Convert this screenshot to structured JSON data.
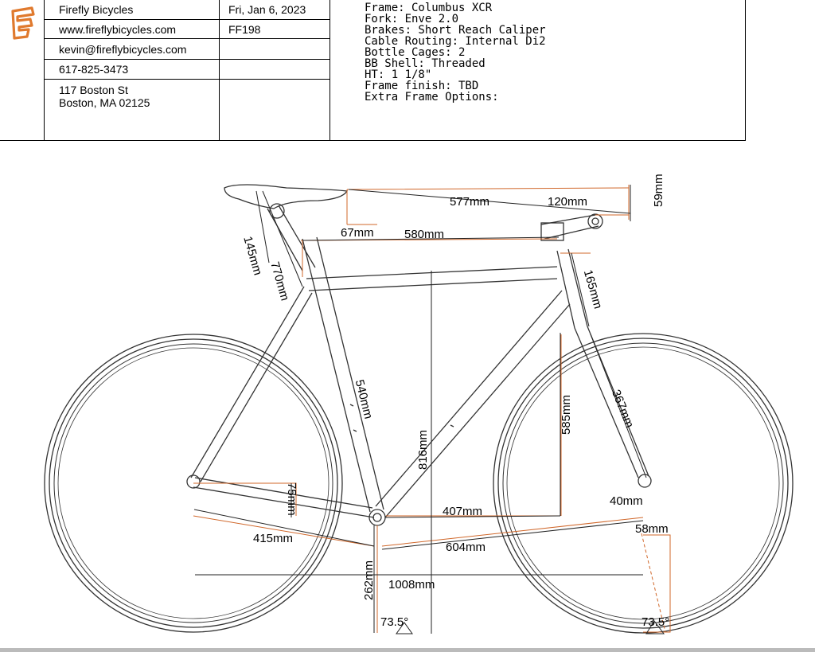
{
  "header": {
    "company": "Firefly Bicycles",
    "website": "www.fireflybicycles.com",
    "email": "kevin@fireflybicycles.com",
    "phone": "617-825-3473",
    "address_line1": "117 Boston St",
    "address_line2": "Boston, MA 02125",
    "date": "Fri, Jan 6, 2023",
    "model_code": "FF198"
  },
  "specs": [
    "Frame: Columbus XCR",
    " Fork: Enve 2.0",
    " Brakes: Short Reach Caliper",
    " Cable Routing: Internal Di2",
    " Bottle Cages: 2",
    " BB Shell: Threaded",
    " HT: 1 1/8\"",
    " Frame finish: TBD",
    " Extra Frame Options:"
  ],
  "dimensions": {
    "saddle_to_bar": "577mm",
    "stem": "120mm",
    "drop": "59mm",
    "setback": "67mm",
    "top_tube": "580mm",
    "seatpost_ext": "145mm",
    "saddle_height": "770mm",
    "head_tube": "165mm",
    "seat_tube": "540mm",
    "stack_height": "816mm",
    "stack": "585mm",
    "fork_length": "367mm",
    "fork_offset": "40mm",
    "reach_to_axle": "407mm",
    "bb_drop": "75mm",
    "chainstay": "415mm",
    "front_center": "604mm",
    "trail": "58mm",
    "wheelbase": "1008mm",
    "bb_height": "262mm",
    "seat_angle": "73.5°",
    "head_angle": "73.5°"
  },
  "colors": {
    "accent": "#e07a2e",
    "frame": "#333333",
    "dimension": "#d0672a"
  }
}
